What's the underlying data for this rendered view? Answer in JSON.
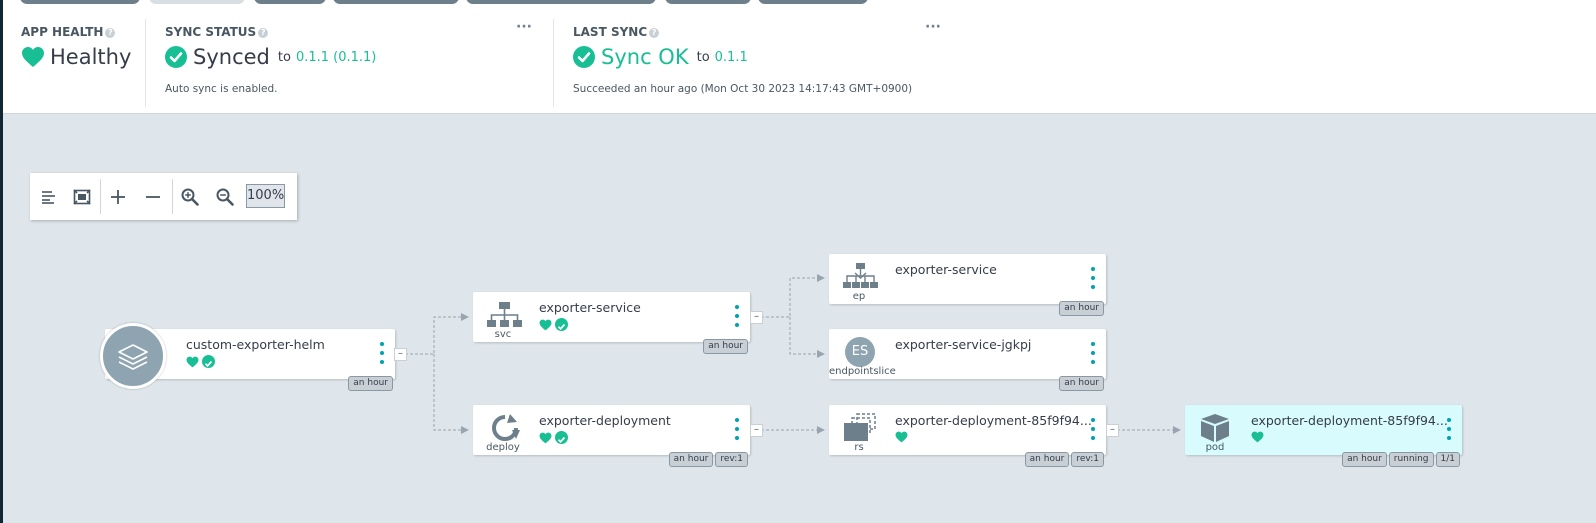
{
  "status": {
    "app_health": {
      "title": "APP HEALTH",
      "value": "Healthy"
    },
    "sync_status": {
      "title": "SYNC STATUS",
      "value": "Synced",
      "to": "to",
      "revision": "0.1.1 (0.1.1)",
      "note": "Auto sync is enabled."
    },
    "last_sync": {
      "title": "LAST SYNC",
      "value": "Sync OK",
      "to": "to",
      "revision": "0.1.1",
      "note": "Succeeded an hour ago (Mon Oct 30 2023 14:17:43 GMT+0900)"
    },
    "menu_glyph": "···",
    "help_glyph": "?"
  },
  "toolbar": {
    "zoom": "100%"
  },
  "tree": {
    "collapse_glyph": "–",
    "app": {
      "name": "custom-exporter-helm",
      "tags": [
        "an hour"
      ]
    },
    "nodes": [
      {
        "id": "svc",
        "name": "exporter-service",
        "kind": "svc",
        "tags": [
          "an hour"
        ],
        "health": true,
        "synced": true
      },
      {
        "id": "deploy",
        "name": "exporter-deployment",
        "kind": "deploy",
        "tags": [
          "an hour",
          "rev:1"
        ],
        "health": true,
        "synced": true
      },
      {
        "id": "ep",
        "name": "exporter-service",
        "kind": "ep",
        "tags": [
          "an hour"
        ],
        "health": false,
        "synced": false
      },
      {
        "id": "es",
        "name": "exporter-service-jgkpj",
        "kind": "endpointslice",
        "icon_text": "ES",
        "tags": [
          "an hour"
        ],
        "health": false,
        "synced": false
      },
      {
        "id": "rs",
        "name": "exporter-deployment-85f9f94...",
        "kind": "rs",
        "tags": [
          "an hour",
          "rev:1"
        ],
        "health": true,
        "synced": false
      },
      {
        "id": "pod",
        "name": "exporter-deployment-85f9f94...",
        "kind": "pod",
        "tags": [
          "an hour",
          "running",
          "1/1"
        ],
        "health": true,
        "synced": false
      }
    ]
  },
  "colors": {
    "healthy": "#18be94",
    "accent": "#00a2b3",
    "canvas": "#dee6eb",
    "pod_bg": "#d8fcfd"
  }
}
